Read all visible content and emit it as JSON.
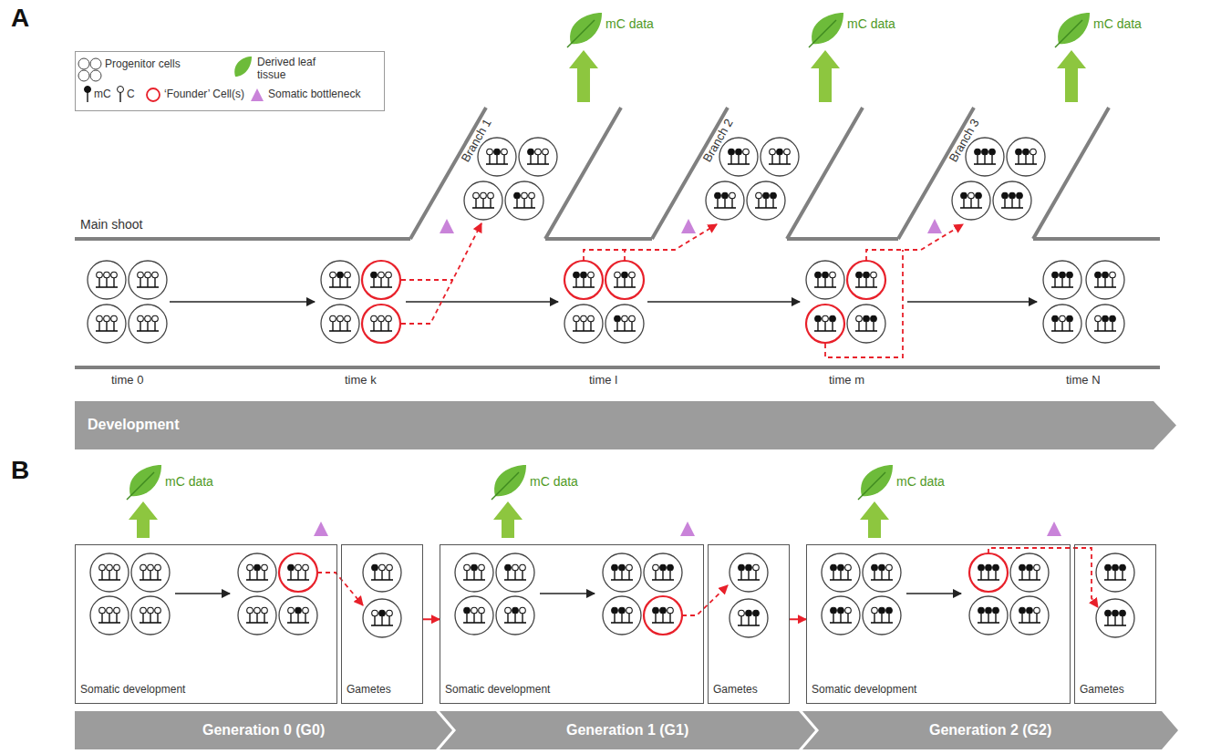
{
  "diagram": {
    "nodes": [
      {
        "text": [
          "Development"
        ]
      },
      {
        "text": [
          "Somatic development"
        ]
      },
      {
        "text": [
          "Gametes"
        ]
      },
      {
        "text": [
          "Somatic development"
        ]
      },
      {
        "text": [
          "Gametes"
        ]
      },
      {
        "text": [
          "Somatic development"
        ]
      },
      {
        "text": [
          "Gametes"
        ]
      },
      {
        "text": [
          "Generation 0 (G0)"
        ]
      },
      {
        "text": [
          "Generation 1 (G1)"
        ]
      },
      {
        "text": [
          "Generation 2 (G2)"
        ]
      }
    ],
    "edges": [
      {
        "from": 2,
        "to": 3,
        "arrow": "to"
      },
      {
        "from": 4,
        "to": 5,
        "arrow": "to"
      }
    ],
    "labels": [
      "A",
      "mC data",
      "mC data",
      "mC data",
      "Branch 1",
      "Branch 2",
      "Branch 3",
      "Main shoot",
      "time 0",
      "time k",
      "time l",
      "time m",
      "time N",
      "B",
      "mC data",
      "mC data",
      "mC data"
    ],
    "legend": [
      {
        "text": "Progenitor cells"
      },
      {
        "text": "‘Founder’ Cell(s)"
      },
      {
        "text": "Derived leaf tissue"
      },
      {
        "text": "mC"
      },
      {
        "text": "C"
      },
      {
        "text": "Somatic bottleneck"
      }
    ]
  }
}
